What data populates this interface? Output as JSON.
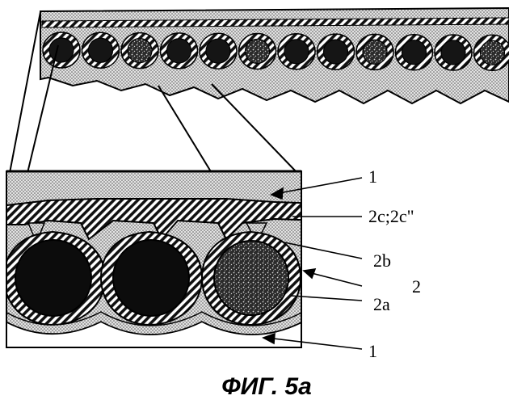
{
  "figure": {
    "caption": "ФИГ. 5а",
    "labels": {
      "top_layer": "1",
      "coating_layer": "2c;2c\"",
      "middle_layer": "2b",
      "assembly": "2",
      "core": "2a",
      "bottom_layer": "1"
    },
    "strip_cell_count": 12
  }
}
